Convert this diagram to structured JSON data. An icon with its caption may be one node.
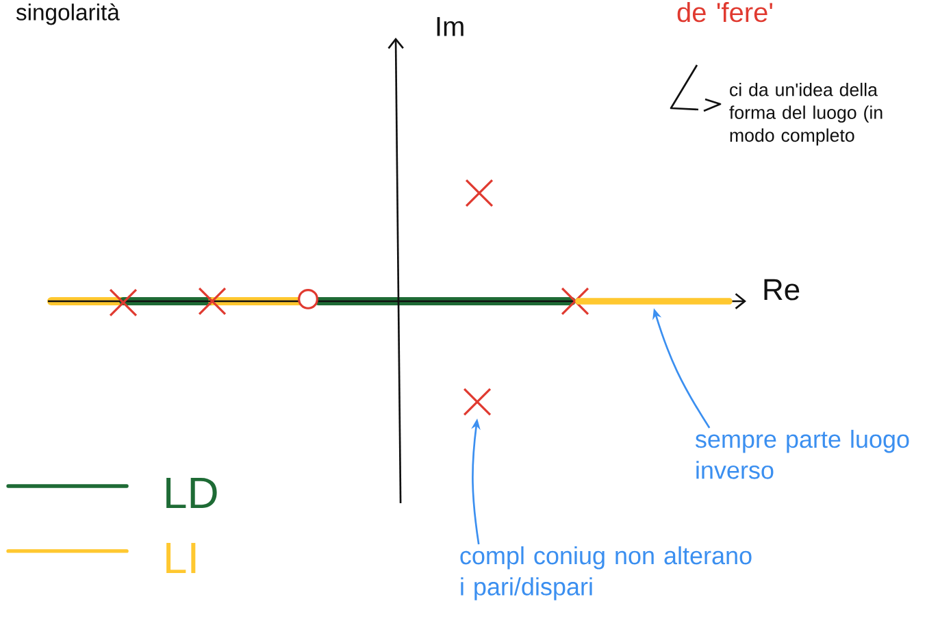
{
  "diagram": {
    "nodes": [
      {
        "text": [
          "compl coniug non alterano i pari/dispari"
        ]
      },
      {
        "text": [],
        "shape": "cross"
      },
      {
        "text": [
          "sempre parte luogo inverso"
        ]
      },
      {
        "text": [],
        "shape": "bar"
      }
    ],
    "edges": [
      {
        "from": 0,
        "to": 1,
        "arrow": "to"
      },
      {
        "from": 2,
        "to": 3,
        "arrow": "to"
      }
    ],
    "labels": [
      "singolarità",
      "de 'fere'",
      "ci da un'idea della forma del luogo (in modo completo",
      "Im",
      "Re"
    ],
    "legend": [
      {
        "text": "LD"
      },
      {
        "text": "LI"
      }
    ]
  }
}
